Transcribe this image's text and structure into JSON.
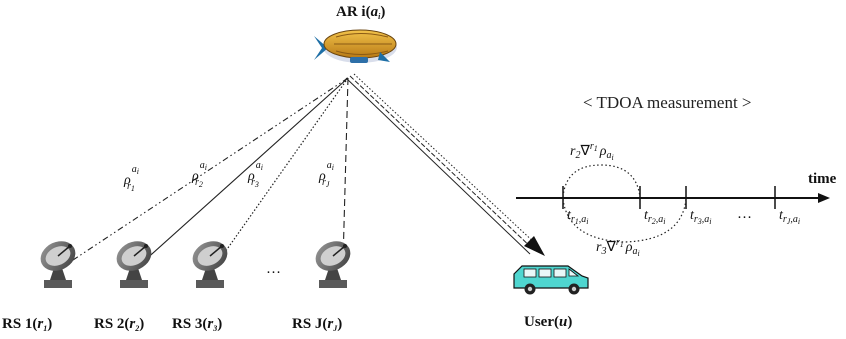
{
  "aerial_relay": {
    "label_prefix": "AR i(",
    "label_var": "a",
    "label_sub": "i",
    "label_suffix": ")"
  },
  "stations": [
    {
      "label_prefix": "RS 1(",
      "var": "r",
      "sub": "1",
      "label_suffix": ")",
      "rho_sup": "a",
      "rho_sup_sub": "i",
      "rho_sub": "r",
      "rho_sub_sub": "1"
    },
    {
      "label_prefix": "RS 2(",
      "var": "r",
      "sub": "2",
      "label_suffix": ")",
      "rho_sup": "a",
      "rho_sup_sub": "i",
      "rho_sub": "r",
      "rho_sub_sub": "2"
    },
    {
      "label_prefix": "RS 3(",
      "var": "r",
      "sub": "3",
      "label_suffix": ")",
      "rho_sup": "a",
      "rho_sup_sub": "i",
      "rho_sub": "r",
      "rho_sub_sub": "3"
    },
    {
      "label_prefix": "RS J(",
      "var": "r",
      "sub": "J",
      "label_suffix": ")",
      "rho_sup": "a",
      "rho_sup_sub": "i",
      "rho_sub": "r",
      "rho_sub_sub": "J"
    }
  ],
  "ellipsis": "…",
  "user": {
    "label_prefix": "User(",
    "label_var": "u",
    "label_suffix": ")"
  },
  "tdoa": {
    "title": "< TDOA measurement >",
    "axis_label": "time",
    "ticks": [
      {
        "t": "t",
        "r": "r",
        "rs": "1",
        "a": "a",
        "as": "i"
      },
      {
        "t": "t",
        "r": "r",
        "rs": "2",
        "a": "a",
        "as": "i"
      },
      {
        "t": "t",
        "r": "r",
        "rs": "3",
        "a": "a",
        "as": "i"
      },
      {
        "t": "t",
        "r": "r",
        "rs": "J",
        "a": "a",
        "as": "i"
      }
    ],
    "dots": "…",
    "diff_top": {
      "r_pre": "r",
      "r_pre_sub": "2",
      "nabla": "∇",
      "r_sup": "r",
      "r_sup_sub": "1",
      "rho": "ρ",
      "rho_sub": "a",
      "rho_sub_sub": "i"
    },
    "diff_bottom": {
      "r_pre": "r",
      "r_pre_sub": "3",
      "nabla": "∇",
      "r_sup": "r",
      "r_sup_sub": "1",
      "rho": "ρ",
      "rho_sub": "a",
      "rho_sub_sub": "i"
    }
  },
  "colors": {
    "airship_body": "#d99a2b",
    "airship_stripe": "#8a5a14",
    "antenna": "#555555",
    "car_body": "#4fd6d0"
  },
  "icons": [
    "airship-icon",
    "satellite-dish-icon",
    "car-icon"
  ]
}
